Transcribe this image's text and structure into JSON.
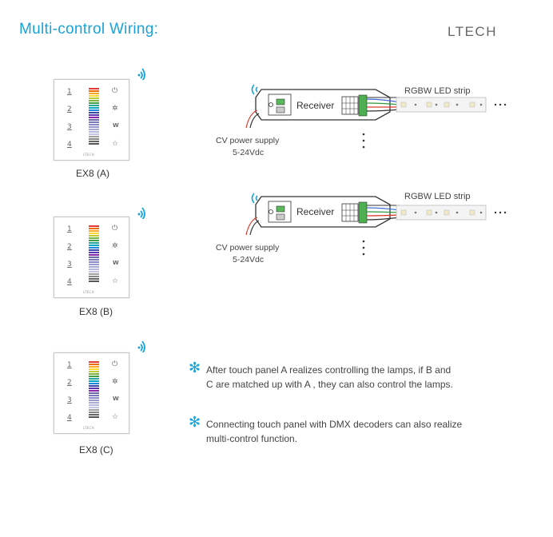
{
  "header": {
    "title": "Multi-control Wiring:",
    "brand": "LTECH"
  },
  "panels": [
    {
      "label": "EX8 (A)",
      "numbers": [
        "1",
        "2",
        "3",
        "4"
      ],
      "mini_brand": "LTECH"
    },
    {
      "label": "EX8 (B)",
      "numbers": [
        "1",
        "2",
        "3",
        "4"
      ],
      "mini_brand": "LTECH"
    },
    {
      "label": "EX8 (C)",
      "numbers": [
        "1",
        "2",
        "3",
        "4"
      ],
      "mini_brand": "LTECH"
    }
  ],
  "panel_icons": {
    "power": "⏻",
    "sun": "✲",
    "white": "W",
    "scene": "☆"
  },
  "receivers": [
    {
      "label": "Receiver",
      "strip": "RGBW LED strip",
      "supply": "CV power supply",
      "voltage": "5-24Vdc"
    },
    {
      "label": "Receiver",
      "strip": "RGBW LED strip",
      "supply": "CV power supply",
      "voltage": "5-24Vdc"
    }
  ],
  "notes": [
    {
      "text": "After touch panel A realizes controlling the lamps, if B and\nC are matched up with A , they can also control the lamps."
    },
    {
      "text": "Connecting touch panel with DMX decoders can also realize\nmulti-control function."
    }
  ],
  "colors": {
    "accent": "#1aa3d9",
    "wire_blue": "#3b6bd6",
    "wire_green": "#2c9a3a",
    "wire_red": "#d93a2a"
  },
  "icons": {
    "wireless": "wireless-signal-icon",
    "note": "asterisk-icon"
  }
}
